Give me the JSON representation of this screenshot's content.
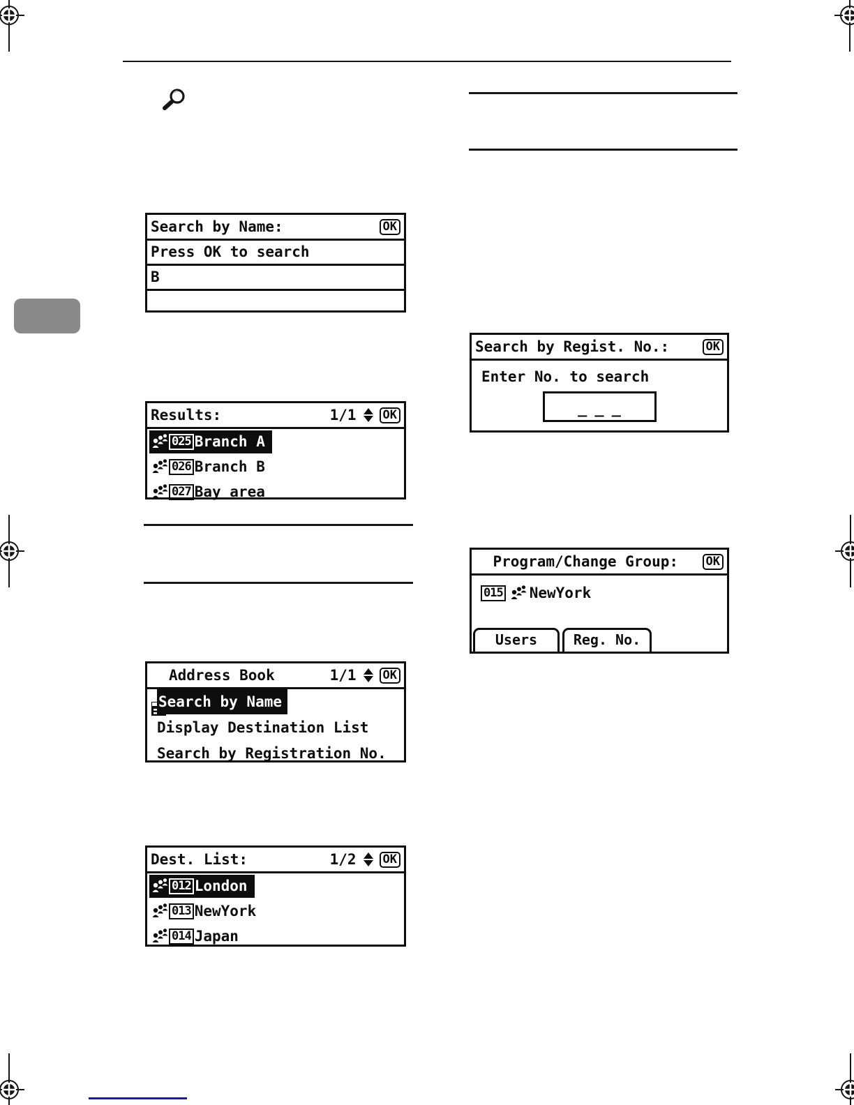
{
  "colors": {
    "lcd_ink": "#0d0d0d",
    "chapter_tab_gray": "#8a8a8a",
    "link_blue": "#1a1a9e"
  },
  "screens": {
    "search_by_name": {
      "title": "Search by Name:",
      "ok_label": "OK",
      "rows": [
        "Press OK to search",
        "B",
        ""
      ]
    },
    "results": {
      "title": "Results:",
      "page_indicator": "1/1",
      "ok_label": "OK",
      "items": [
        {
          "num": "025",
          "name": "Branch A",
          "selected": true
        },
        {
          "num": "026",
          "name": "Branch B",
          "selected": false
        },
        {
          "num": "027",
          "name": "Bay area",
          "selected": false
        }
      ]
    },
    "search_by_regist_no": {
      "title": "Search by Regist. No.:",
      "ok_label": "OK",
      "prompt": "Enter No. to search",
      "input_value": "___"
    },
    "program_change_group": {
      "title": "Program/Change Group:",
      "ok_label": "OK",
      "entry": {
        "num": "015",
        "name": "NewYork"
      },
      "buttons": [
        {
          "label": "Users"
        },
        {
          "label": "Reg. No."
        }
      ]
    },
    "address_book": {
      "title": "Address Book",
      "page_indicator": "1/1",
      "ok_label": "OK",
      "items": [
        {
          "label": "Search by Name",
          "selected": true
        },
        {
          "label": "Display Destination List",
          "selected": false
        },
        {
          "label": "Search by Registration No.",
          "selected": false
        }
      ]
    },
    "dest_list": {
      "title": "Dest. List:",
      "page_indicator": "1/2",
      "ok_label": "OK",
      "items": [
        {
          "num": "012",
          "name": "London",
          "selected": true
        },
        {
          "num": "013",
          "name": "NewYork",
          "selected": false
        },
        {
          "num": "014",
          "name": "Japan",
          "selected": false
        }
      ]
    }
  }
}
